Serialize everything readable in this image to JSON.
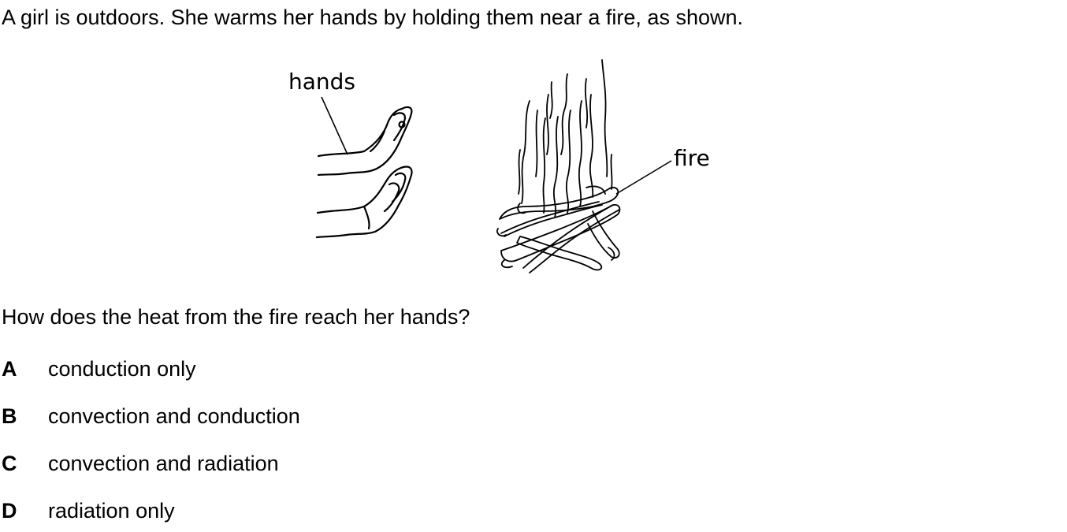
{
  "question": {
    "intro": "A girl is outdoors. She warms her hands by holding them near a fire, as shown.",
    "figure": {
      "hands_label": "hands",
      "fire_label": "fire"
    },
    "prompt": "How does the heat from the fire reach her hands?",
    "options": [
      {
        "letter": "A",
        "text": "conduction only"
      },
      {
        "letter": "B",
        "text": "convection and conduction"
      },
      {
        "letter": "C",
        "text": "convection and radiation"
      },
      {
        "letter": "D",
        "text": "radiation only"
      }
    ]
  }
}
